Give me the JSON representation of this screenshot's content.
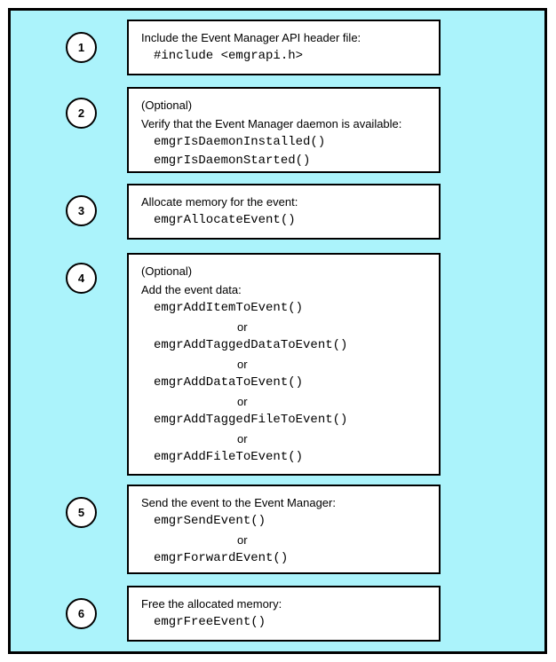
{
  "colors": {
    "canvas_background": "#abf3fb",
    "frame_border": "#000000",
    "box_background": "#ffffff",
    "box_border": "#000000",
    "text": "#000000"
  },
  "steps": [
    {
      "number": "1",
      "lines": [
        {
          "type": "text",
          "text": "Include the Event Manager API header file:"
        },
        {
          "type": "code",
          "text": "#include <emgrapi.h>"
        }
      ]
    },
    {
      "number": "2",
      "lines": [
        {
          "type": "text",
          "text": "(Optional)"
        },
        {
          "type": "text",
          "text": "Verify that the Event Manager daemon is available:"
        },
        {
          "type": "code",
          "text": "emgrIsDaemonInstalled()"
        },
        {
          "type": "code",
          "text": "emgrIsDaemonStarted()"
        }
      ]
    },
    {
      "number": "3",
      "lines": [
        {
          "type": "text",
          "text": "Allocate memory for the event:"
        },
        {
          "type": "code",
          "text": "emgrAllocateEvent()"
        }
      ]
    },
    {
      "number": "4",
      "lines": [
        {
          "type": "text",
          "text": "(Optional)"
        },
        {
          "type": "text",
          "text": "Add the event data:"
        },
        {
          "type": "code",
          "text": "emgrAddItemToEvent()"
        },
        {
          "type": "or",
          "text": "or"
        },
        {
          "type": "code",
          "text": "emgrAddTaggedDataToEvent()"
        },
        {
          "type": "or",
          "text": "or"
        },
        {
          "type": "code",
          "text": "emgrAddDataToEvent()"
        },
        {
          "type": "or",
          "text": "or"
        },
        {
          "type": "code",
          "text": "emgrAddTaggedFileToEvent()"
        },
        {
          "type": "or",
          "text": "or"
        },
        {
          "type": "code",
          "text": "emgrAddFileToEvent()"
        }
      ]
    },
    {
      "number": "5",
      "lines": [
        {
          "type": "text",
          "text": "Send the event to the Event Manager:"
        },
        {
          "type": "code",
          "text": "emgrSendEvent()"
        },
        {
          "type": "or",
          "text": "or"
        },
        {
          "type": "code",
          "text": "emgrForwardEvent()"
        }
      ]
    },
    {
      "number": "6",
      "lines": [
        {
          "type": "text",
          "text": "Free the allocated memory:"
        },
        {
          "type": "code",
          "text": "emgrFreeEvent()"
        }
      ]
    }
  ]
}
